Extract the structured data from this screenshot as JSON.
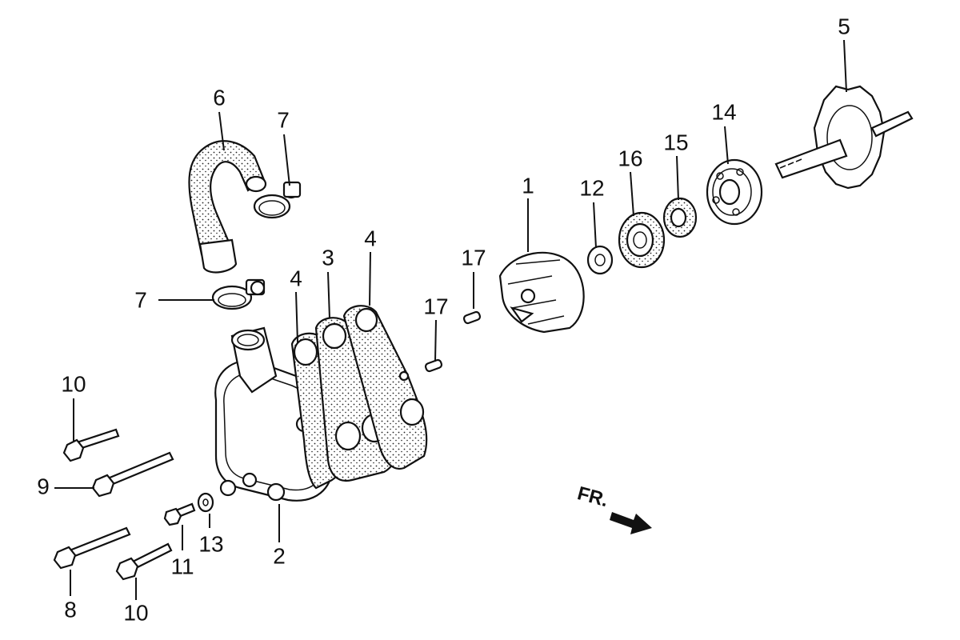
{
  "labels": {
    "impeller": "1",
    "pump_cover": "2",
    "pump_body": "3",
    "gasket_left": "4",
    "gasket_right": "4",
    "shaft_gear": "5",
    "hose": "6",
    "clamp_upper": "7",
    "clamp_lower": "7",
    "bolt_8": "8",
    "bolt_9": "9",
    "bolt_10_top": "10",
    "bolt_10_bottom": "10",
    "bolt_11": "11",
    "washer_12": "12",
    "washer_13": "13",
    "bearing_14": "14",
    "seal_15": "15",
    "seal_16": "16",
    "pin_upper": "17",
    "pin_lower": "17"
  },
  "direction_marker": "FR."
}
